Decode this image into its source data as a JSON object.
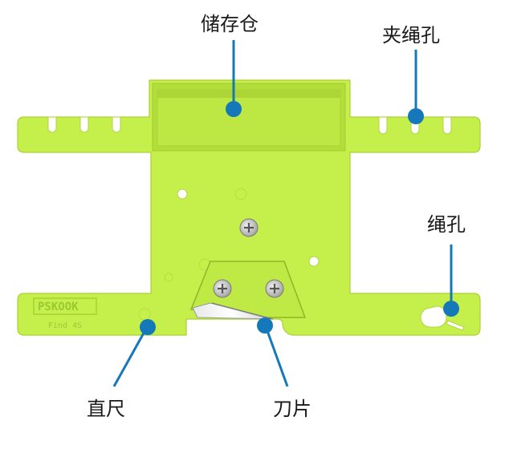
{
  "labels": {
    "storage": "储存仓",
    "clip_holes": "夹绳孔",
    "rope_hole": "绳孔",
    "ruler": "直尺",
    "blade": "刀片"
  },
  "brand": {
    "name": "PSKOOK",
    "sub": "Find 4S"
  },
  "colors": {
    "body": "#c5ef4a",
    "body_shade": "#b2dd3a",
    "callout": "#1579b9",
    "text": "#1a1a1a"
  }
}
